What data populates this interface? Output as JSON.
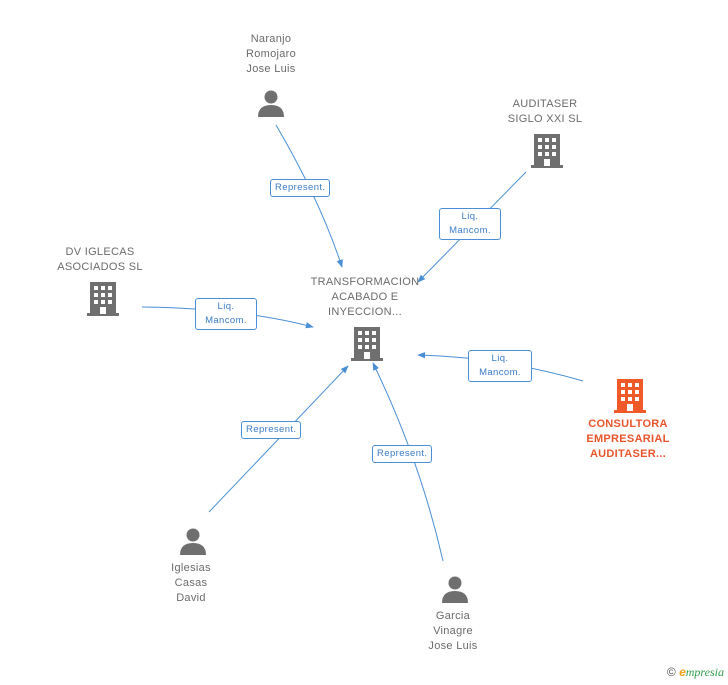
{
  "colors": {
    "edge": "#4a8fd6",
    "node": "#6f6f6f",
    "main_node": "#f05a28"
  },
  "nodes": {
    "naranjo": {
      "label": "Naranjo\nRomojaro\nJose Luis",
      "icon": "person-icon"
    },
    "auditaser_siglo": {
      "label": "AUDITASER\nSIGLO XXI  SL",
      "icon": "building-icon"
    },
    "dv_iglecas": {
      "label": "DV IGLECAS\nASOCIADOS SL",
      "icon": "building-icon"
    },
    "transformacion": {
      "label": "TRANSFORMACION\nACABADO E\nINYECCION...",
      "icon": "building-icon"
    },
    "consultora": {
      "label": "CONSULTORA\nEMPRESARIAL\nAUDITASER...",
      "icon": "building-icon"
    },
    "iglesias": {
      "label": "Iglesias\nCasas\nDavid",
      "icon": "person-icon"
    },
    "garcia": {
      "label": "Garcia\nVinagre\nJose Luis",
      "icon": "person-icon"
    }
  },
  "edges": {
    "naranjo": "Represent.",
    "auditaser_siglo": "Liq.\nMancom.",
    "dv_iglecas": "Liq.\nMancom.",
    "consultora": "Liq.\nMancom.",
    "iglesias": "Represent.",
    "garcia": "Represent."
  },
  "footer": {
    "copyright": "©",
    "brand_e": "e",
    "brand_rest": "mpresia"
  }
}
